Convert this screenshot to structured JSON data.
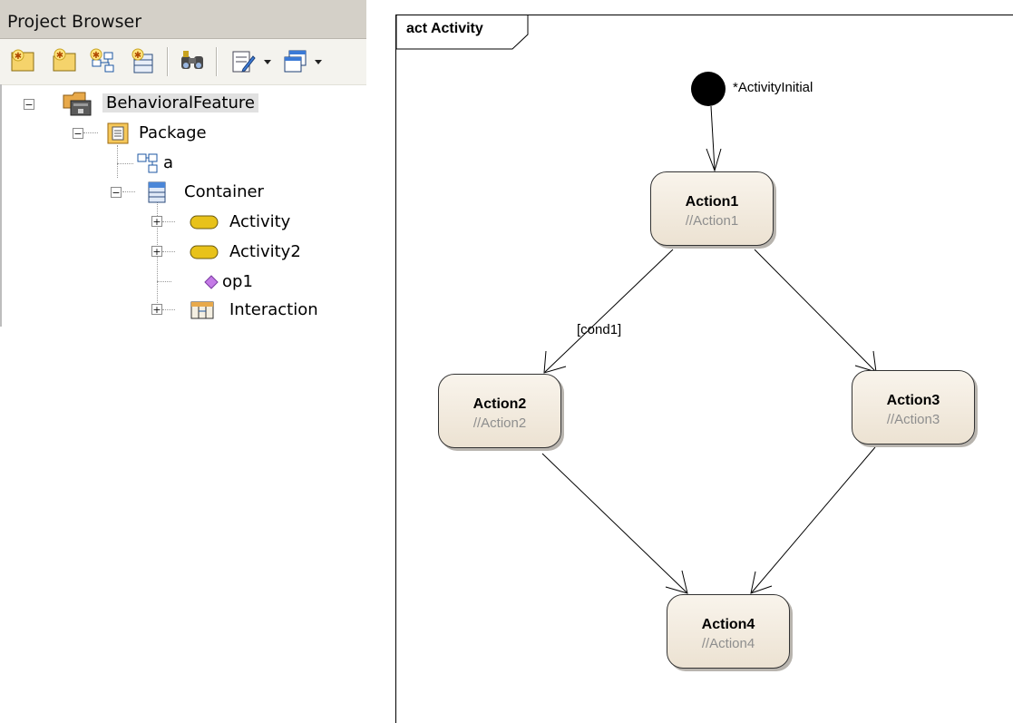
{
  "project_browser": {
    "title": "Project Browser",
    "toolbar": {
      "buttons": [
        "new-package-icon",
        "new-folder-icon",
        "new-diagram-icon",
        "new-element-icon",
        "find-icon",
        "properties-icon",
        "view-icon"
      ]
    },
    "tree": {
      "root": "BehavioralFeature",
      "package": "Package",
      "diagram": "a",
      "container": "Container",
      "activity": "Activity",
      "activity2": "Activity2",
      "operation": "op1",
      "interaction": "Interaction"
    }
  },
  "diagram": {
    "frame_label": "act Activity",
    "initial_label": "*ActivityInitial",
    "guard_label": "[cond1]",
    "actions": {
      "a1": {
        "name": "Action1",
        "stereotype": "//Action1"
      },
      "a2": {
        "name": "Action2",
        "stereotype": "//Action2"
      },
      "a3": {
        "name": "Action3",
        "stereotype": "//Action3"
      },
      "a4": {
        "name": "Action4",
        "stereotype": "//Action4"
      }
    }
  }
}
